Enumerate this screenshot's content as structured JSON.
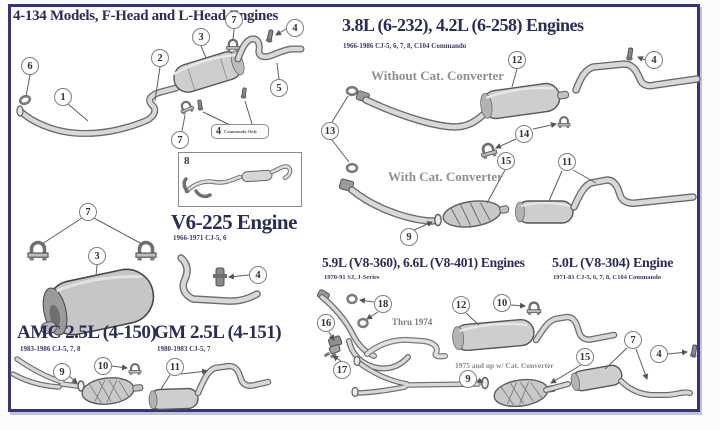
{
  "page": {
    "background_color": "#fcfcfc",
    "frame_border_color": "#39337f",
    "heading_ink_color": "#2c2c54",
    "label_gray_color": "#8f8f8f",
    "artwork_style": "grayscale exploded exhaust-system parts diagram"
  },
  "sections": {
    "f_head": {
      "title": "4-134 Models, F-Head and L-Head Engines",
      "clamp_tag": {
        "number": "4",
        "text": "Commando Only"
      }
    },
    "inline_six": {
      "title": "3.8L (6-232), 4.2L (6-258) Engines",
      "subtitle": "1966-1986 CJ-5, 6, 7, 8, C104 Commando",
      "label_without_cat": "Without Cat. Converter",
      "label_with_cat": "With Cat. Converter"
    },
    "v6": {
      "inset_number": "8",
      "title": "V6-225 Engine",
      "subtitle": "1966-1971 CJ-5, 6"
    },
    "amc_25": {
      "title": "AMC 2.5L (4-150)",
      "subtitle": "1983-1986 CJ-5, 7, 8"
    },
    "gm_25": {
      "title": "GM 2.5L (4-151)",
      "subtitle": "1980-1983 CJ-5, 7"
    },
    "v8_360": {
      "title": "5.9L (V8-360), 6.6L (V8-401) Engines",
      "subtitle": "1970-91 SJ, J-Series",
      "label_thru": "Thru 1974",
      "label_cat": "1975 and up w/ Cat. Converter"
    },
    "v8_304": {
      "title": "5.0L (V8-304) Engine",
      "subtitle": "1971-81 CJ-5, 6, 7, 8, C104 Commando"
    }
  },
  "callouts": {
    "n1": "1",
    "n2": "2",
    "n3": "3",
    "n4": "4",
    "n5": "5",
    "n6": "6",
    "n7": "7",
    "n8": "8",
    "n9": "9",
    "n10": "10",
    "n11": "11",
    "n12": "12",
    "n13": "13",
    "n14": "14",
    "n15": "15",
    "n16": "16",
    "n17": "17",
    "n18": "18"
  }
}
